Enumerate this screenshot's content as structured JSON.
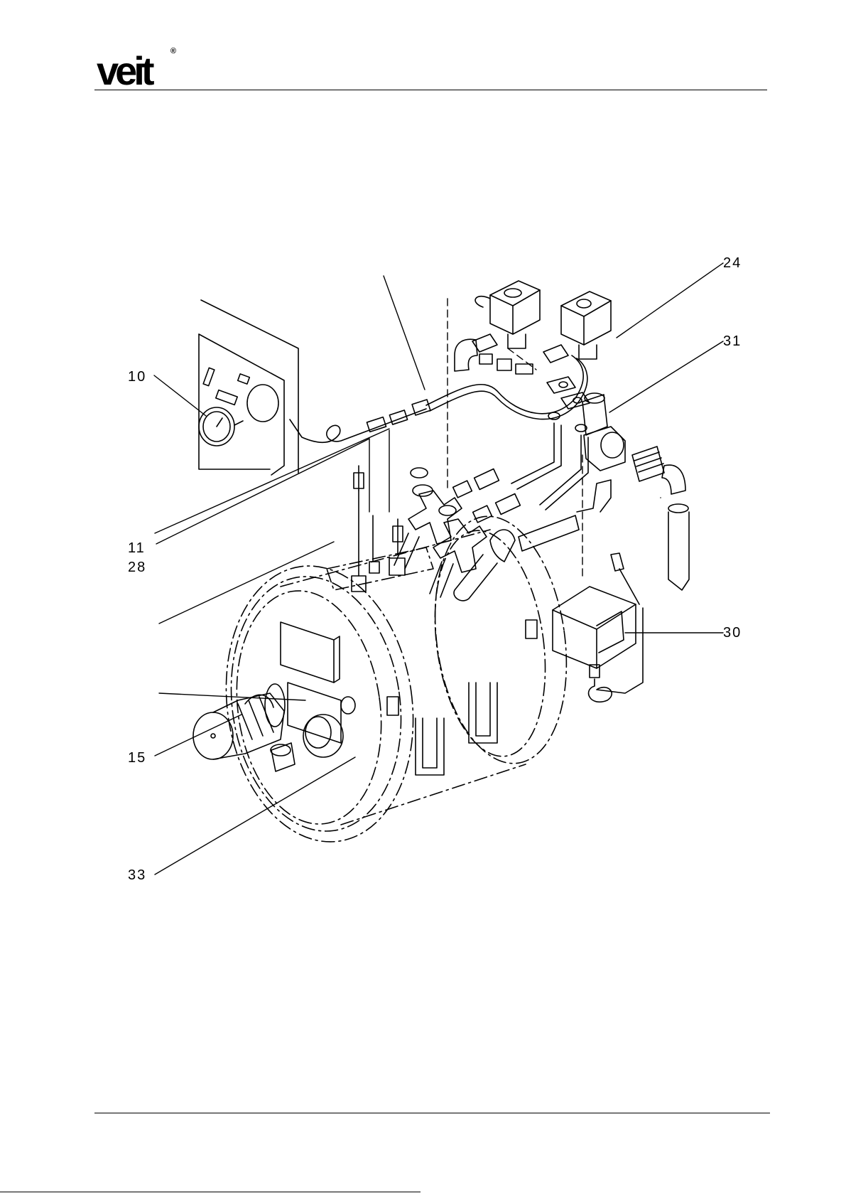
{
  "header": {
    "logo_text": "veit",
    "logo_mark": "®"
  },
  "diagram": {
    "callouts": [
      {
        "id": "c10",
        "label": "10"
      },
      {
        "id": "c11",
        "label": "11"
      },
      {
        "id": "c28",
        "label": "28"
      },
      {
        "id": "c15",
        "label": "15"
      },
      {
        "id": "c33",
        "label": "33"
      },
      {
        "id": "c24",
        "label": "24"
      },
      {
        "id": "c31",
        "label": "31"
      },
      {
        "id": "c30",
        "label": "30"
      }
    ]
  }
}
